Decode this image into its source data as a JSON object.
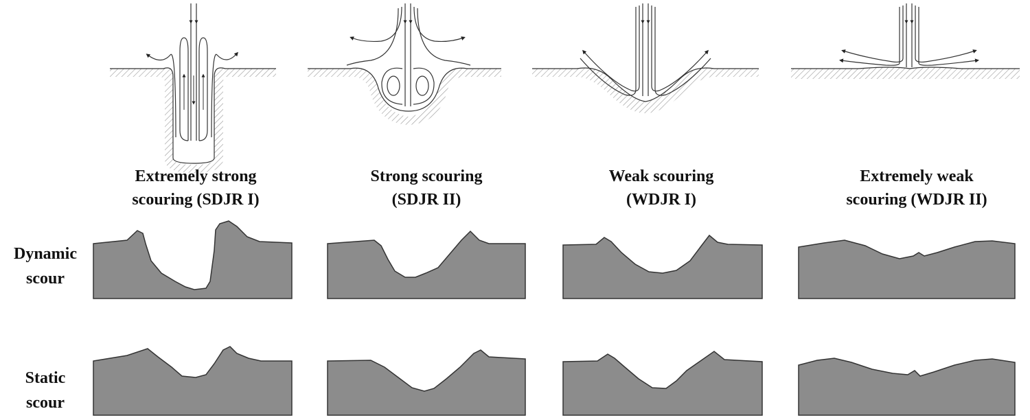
{
  "row_labels": {
    "dynamic": [
      "Dynamic",
      "scour"
    ],
    "static": [
      "Static",
      "scour"
    ]
  },
  "regimes": [
    {
      "caption_line1": "Extremely strong",
      "caption_line2": "scouring (SDJR I)"
    },
    {
      "caption_line1": "Strong scouring",
      "caption_line2": "(SDJR II)"
    },
    {
      "caption_line1": "Weak scouring",
      "caption_line2": "(WDJR I)"
    },
    {
      "caption_line1": "Extremely weak",
      "caption_line2": "scouring (WDJR II)"
    }
  ],
  "colors": {
    "bed": "#8c8c8c",
    "line": "#333333",
    "hatch": "#9a9a9a"
  }
}
